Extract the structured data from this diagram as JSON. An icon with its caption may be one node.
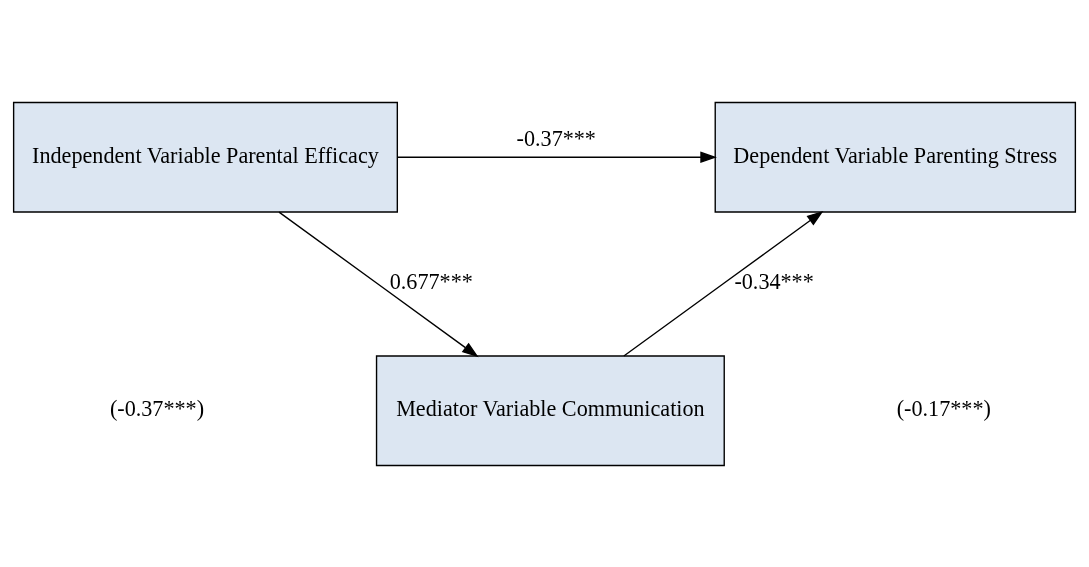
{
  "diagram": {
    "nodes": [
      {
        "text": [
          "Independent Variable Parental Efficacy"
        ]
      },
      {
        "text": [
          "Dependent Variable Parenting Stress"
        ]
      },
      {
        "text": [
          "Mediator Variable Communication"
        ]
      }
    ],
    "edges": [
      {
        "from": 0,
        "to": 1,
        "arrow": "to",
        "label": "-0.37***"
      },
      {
        "from": 0,
        "to": 2,
        "arrow": "to",
        "label": "0.677***"
      },
      {
        "from": 2,
        "to": 1,
        "arrow": "to",
        "label": "-0.34***"
      }
    ],
    "labels": [
      "(-0.37***)",
      "(-0.17***)"
    ]
  }
}
